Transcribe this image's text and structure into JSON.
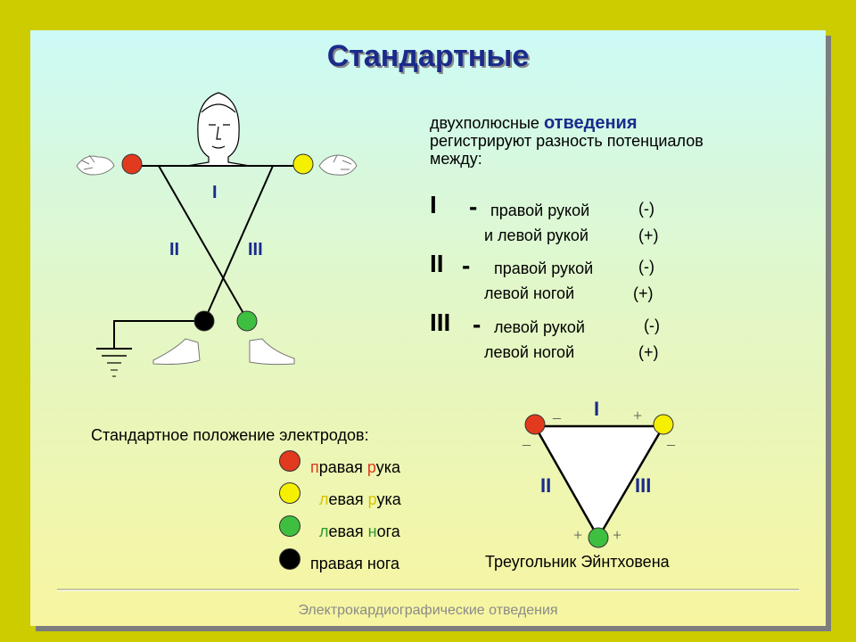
{
  "title": "Стандартные",
  "intro": {
    "line1_prefix": "двухполюсные",
    "line1_highlight": "отведения",
    "line2": "регистрируют разность потенциалов",
    "line3": "между:"
  },
  "leads": [
    {
      "roman": "I",
      "dash": "-",
      "line1": "правой рукой",
      "sign1": "(-)",
      "line2": "и левой рукой",
      "sign2": "(+)"
    },
    {
      "roman": "II",
      "dash": "-",
      "line1": "правой рукой",
      "sign1": "(-)",
      "line2": "левой ногой",
      "sign2": "(+)"
    },
    {
      "roman": "III",
      "dash": "-",
      "line1": "левой рукой",
      "sign1": "(-)",
      "line2": "левой ногой",
      "sign2": "(+)"
    }
  ],
  "figure_labels": {
    "lead1": "I",
    "lead2": "II",
    "lead3": "III"
  },
  "position_title": "Стандартное положение электродов:",
  "electrodes": [
    {
      "color": "#e23a1e",
      "part1": "п",
      "part2": "равая ",
      "part3": "р",
      "part4": "ука"
    },
    {
      "color": "#f5f000",
      "part1": "л",
      "part2": "евая ",
      "part3": "р",
      "part4": "ука"
    },
    {
      "color": "#3fbf3f",
      "part1": "л",
      "part2": "евая ",
      "part3": "н",
      "part4": "ога"
    },
    {
      "color": "#000000",
      "part1": "п",
      "part2": "равая ",
      "part3": "н",
      "part4": "ога"
    }
  ],
  "triangle": {
    "lead1": "I",
    "lead2": "II",
    "lead3": "III",
    "minus": "–",
    "plus": "+",
    "caption": "Треугольник  Эйнтховена"
  },
  "footer": "Электрокардиографические отведения",
  "colors": {
    "red": "#e23a1e",
    "yellow": "#f5f000",
    "green": "#3fbf3f",
    "black": "#000000",
    "title": "#1a2b8c"
  }
}
